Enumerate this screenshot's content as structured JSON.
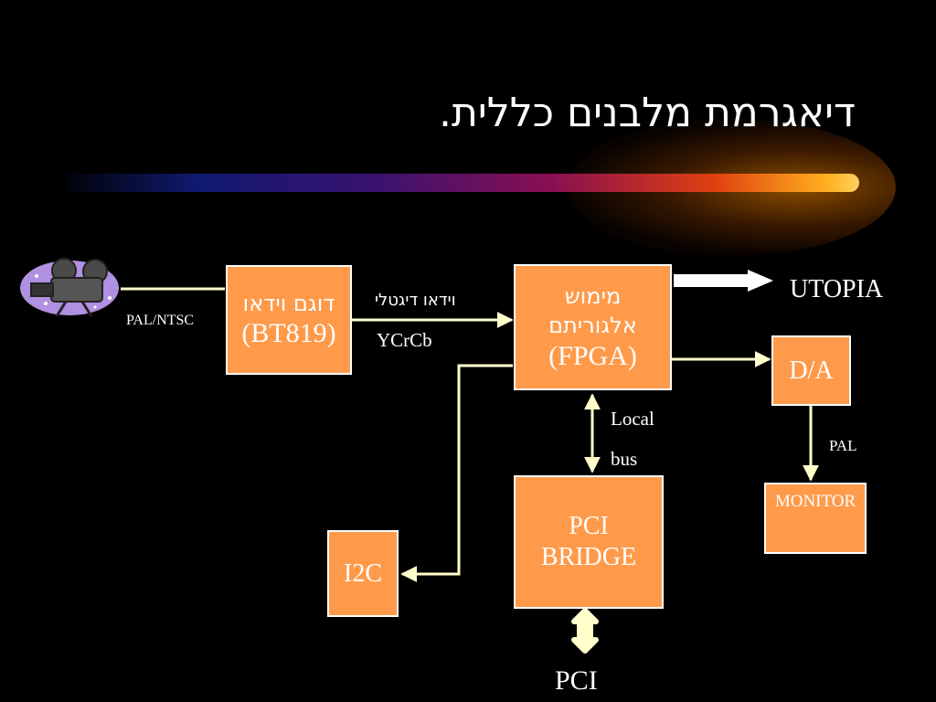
{
  "title": "דיאגרמת מלבנים כללית.",
  "boxes": {
    "decoder": {
      "line1": "דוגם וידאו",
      "line2": "(BT819)"
    },
    "fpga": {
      "line1": "מימוש",
      "line2": "אלגוריתם",
      "line3": "(FPGA)"
    },
    "da": {
      "label": "D/A"
    },
    "monitor": {
      "label": "MONITOR"
    },
    "pci_bridge": {
      "line1": "PCI",
      "line2": "BRIDGE"
    },
    "i2c": {
      "label": "I2C"
    }
  },
  "labels": {
    "pal_ntsc": "PAL/NTSC",
    "digital_video": "וידאו דיגטלי",
    "ycrcb": "YCrCb",
    "utopia": "UTOPIA",
    "local": "Local",
    "bus": "bus",
    "pal": "PAL",
    "pci": "PCI"
  },
  "icons": {
    "camera": "movie-camera-icon"
  },
  "colors": {
    "box_fill": "#ff9a4a",
    "line": "#ffffcc",
    "background": "#000000"
  }
}
